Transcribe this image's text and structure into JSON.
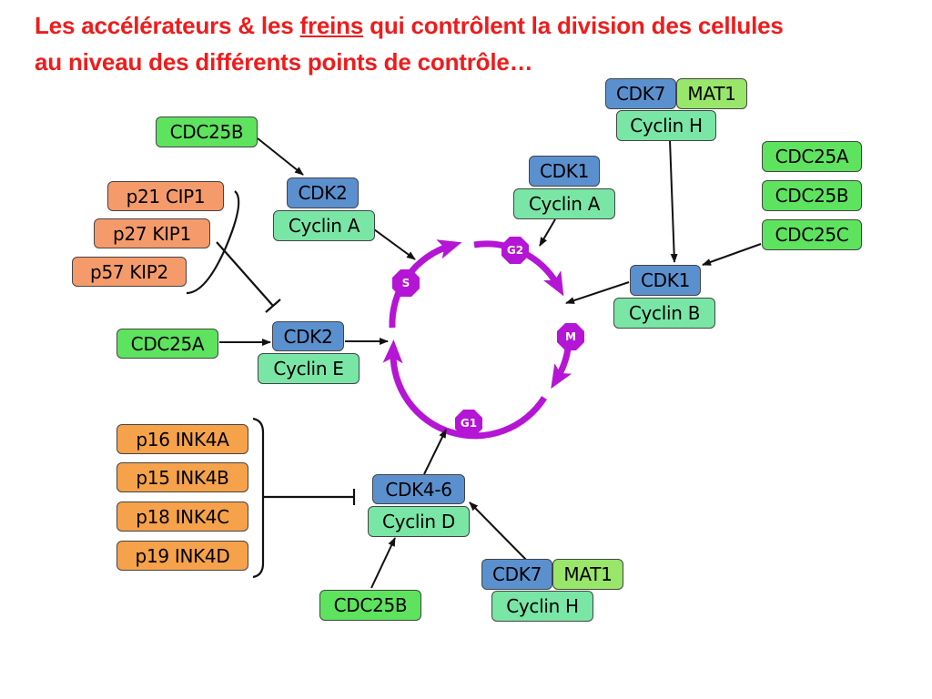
{
  "title": {
    "line1_before": "Les accélérateurs & les ",
    "line1_underlined": "freins",
    "line1_after": " qui contrôlent la division des cellules",
    "line2": "au niveau des différents points de contrôle…"
  },
  "phases": {
    "g1": "G1",
    "s": "S",
    "g2": "G2",
    "m": "M"
  },
  "boxes": {
    "cdc25b_top": "CDC25B",
    "p21": "p21 CIP1",
    "p27": "p27 KIP1",
    "p57": "p57 KIP2",
    "cdk2_a": "CDK2",
    "cyclin_a_left": "Cyclin A",
    "cdc25a_left": "CDC25A",
    "cdk2_e": "CDK2",
    "cyclin_e": "Cyclin E",
    "cdk1_a": "CDK1",
    "cyclin_a_top": "Cyclin A",
    "cdk7_top": "CDK7",
    "mat1_top": "MAT1",
    "cyclin_h_top": "Cyclin H",
    "cdc25a_right": "CDC25A",
    "cdc25b_right": "CDC25B",
    "cdc25c_right": "CDC25C",
    "cdk1_b": "CDK1",
    "cyclin_b": "Cyclin B",
    "p16": "p16 INK4A",
    "p15": "p15 INK4B",
    "p18": "p18 INK4C",
    "p19": "p19 INK4D",
    "cdk46": "CDK4-6",
    "cyclin_d": "Cyclin D",
    "cdc25b_bottom": "CDC25B",
    "cdk7_bottom": "CDK7",
    "mat1_bottom": "MAT1",
    "cyclin_h_bottom": "Cyclin H"
  },
  "colors": {
    "title": "#ee1c1c",
    "cycle": "#b515d4",
    "phosphatase_green": "#5ee35e",
    "cyclin_green": "#79e6a6",
    "cdk_blue": "#5b90cf",
    "cki_salmon": "#f59b6b",
    "ink4_orange": "#f5a24b",
    "mat1_green": "#98e66a"
  }
}
